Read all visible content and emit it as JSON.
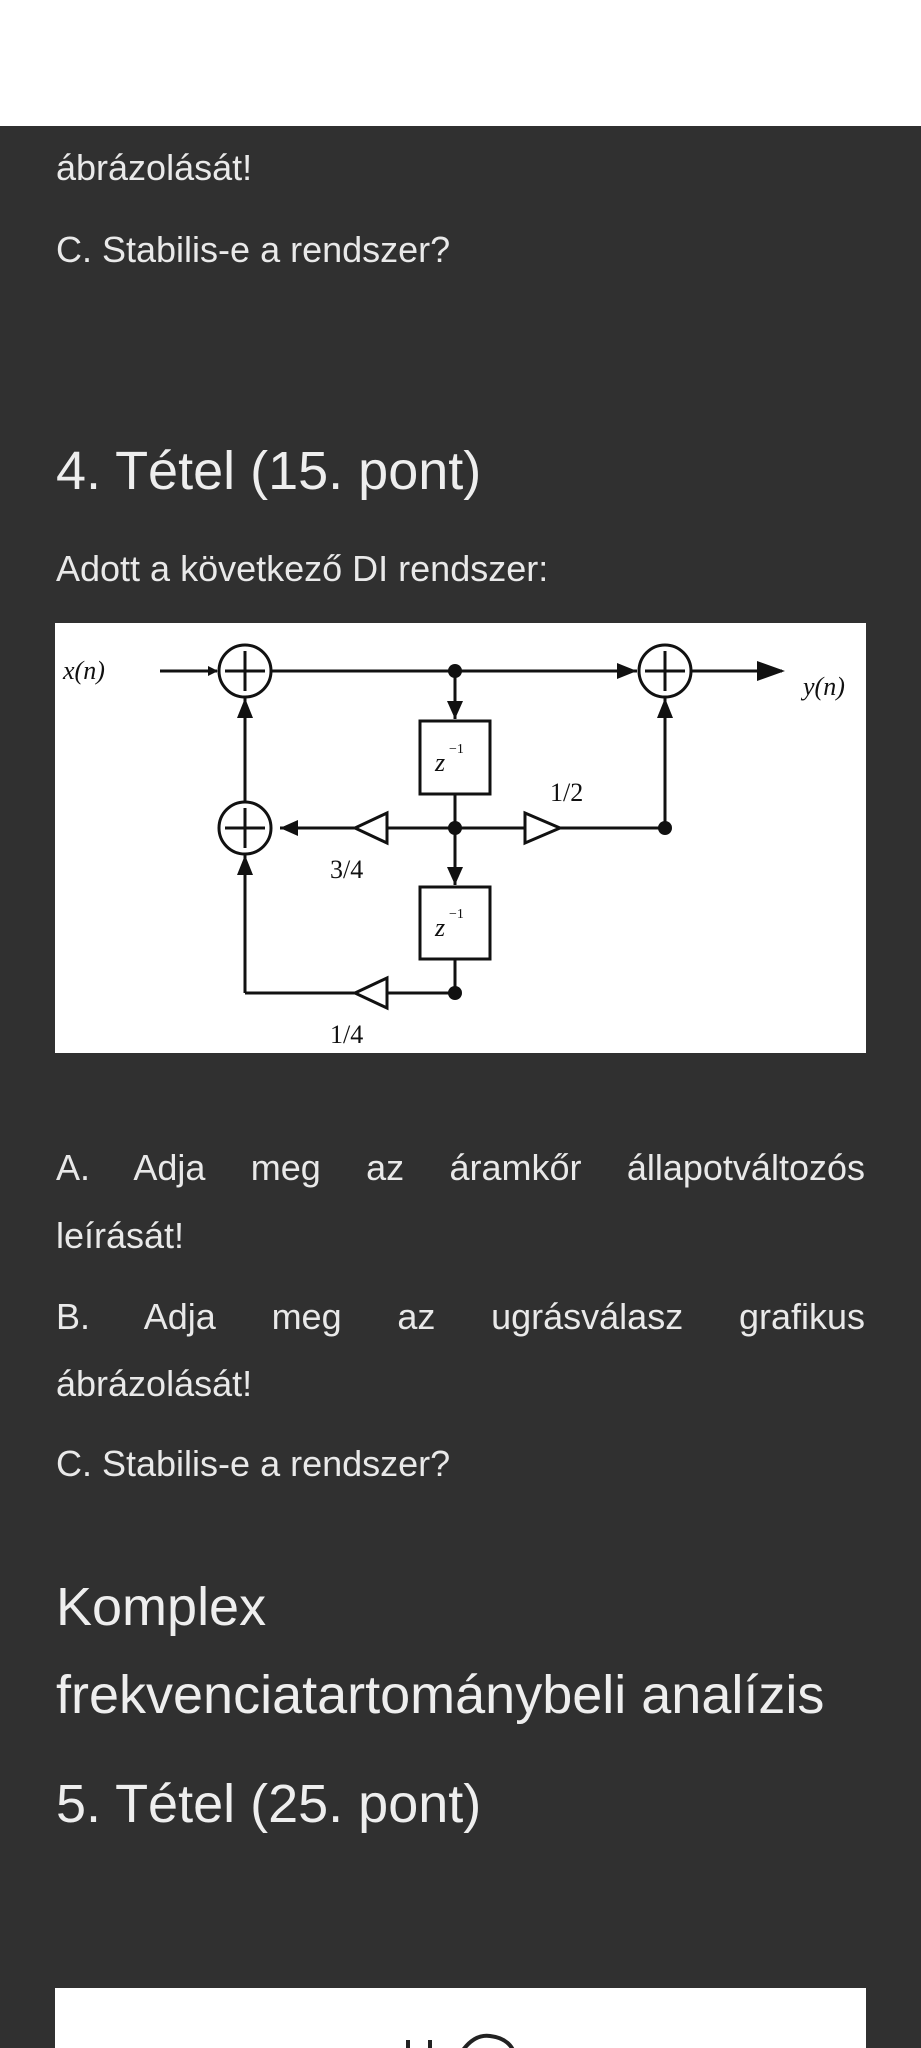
{
  "top_text": {
    "line1": "ábrázolását!",
    "line2": "C. Stabilis-e a rendszer?"
  },
  "section4": {
    "title": "4. Tétel (15. pont)",
    "intro": "Adott a következő DI rendszer:",
    "diagram": {
      "input_label": "x(n)",
      "output_label": "y(n)",
      "delay_label": "z",
      "delay_exp": "−1",
      "gain_half": "1/2",
      "gain_three_quarters": "3/4",
      "gain_quarter": "1/4"
    },
    "item_a_line1": "A. Adja meg az áramkőr állapotváltozós",
    "item_a_line2": "leírását!",
    "item_b_line1": "B. Adja meg az ugrásválasz grafikus",
    "item_b_line2": "ábrázolását!",
    "item_c": "C. Stabilis-e a rendszer?"
  },
  "section_heading": {
    "line1": "Komplex",
    "line2": "frekvenciatartománybeli analízis"
  },
  "section5": {
    "title": "5. Tétel (25. pont)"
  }
}
